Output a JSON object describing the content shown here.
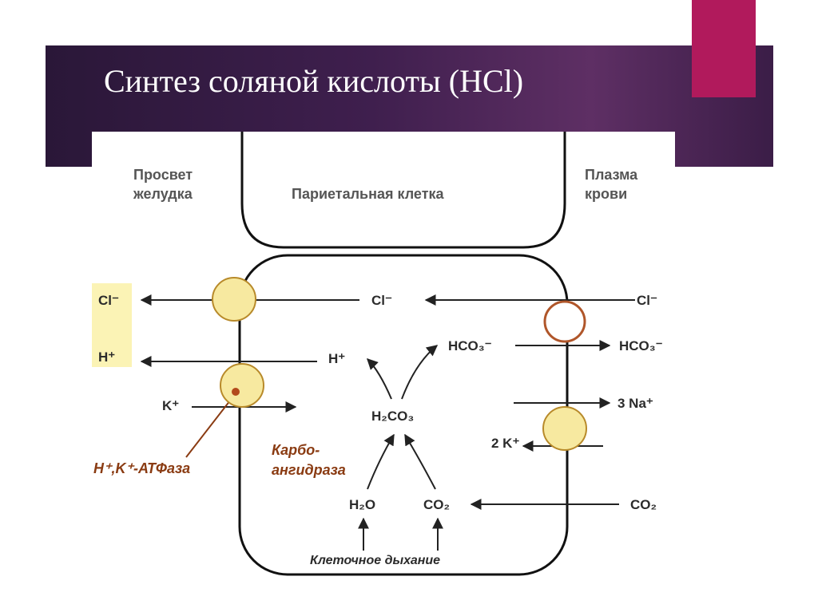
{
  "slide": {
    "title": "Синтез соляной кислоты (HCl)"
  },
  "diagram": {
    "regions": {
      "lumen": [
        "Просвет",
        "желудка"
      ],
      "cell": "Париетальная клетка",
      "plasma": [
        "Плазма",
        "крови"
      ]
    },
    "ions": {
      "cl_lumen": "Cl⁻",
      "h_lumen": "H⁺",
      "k_lumen": "K⁺",
      "cl_cell": "Cl⁻",
      "h_cell": "H⁺",
      "hco3_cell": "HCO₃⁻",
      "h2co3": "H₂CO₃",
      "h2o": "H₂O",
      "co2_cell": "CO₂",
      "cl_plasma": "Cl⁻",
      "hco3_plasma": "HCO₃⁻",
      "na_plasma": "3 Na⁺",
      "k_plasma": "2 K⁺",
      "co2_plasma": "CO₂"
    },
    "enzymes": {
      "atpase": "H⁺,K⁺-АТФаза",
      "carbonic_line1": "Карбо-",
      "carbonic_line2": "ангидраза"
    },
    "process": "Клеточное дыхание"
  },
  "colors": {
    "band": "#3f1f4e",
    "accent": "#b11a5c",
    "highlight": "#fbf3b5",
    "transporter": "#f7e9a0",
    "enzyme_text": "#8a3b12"
  }
}
